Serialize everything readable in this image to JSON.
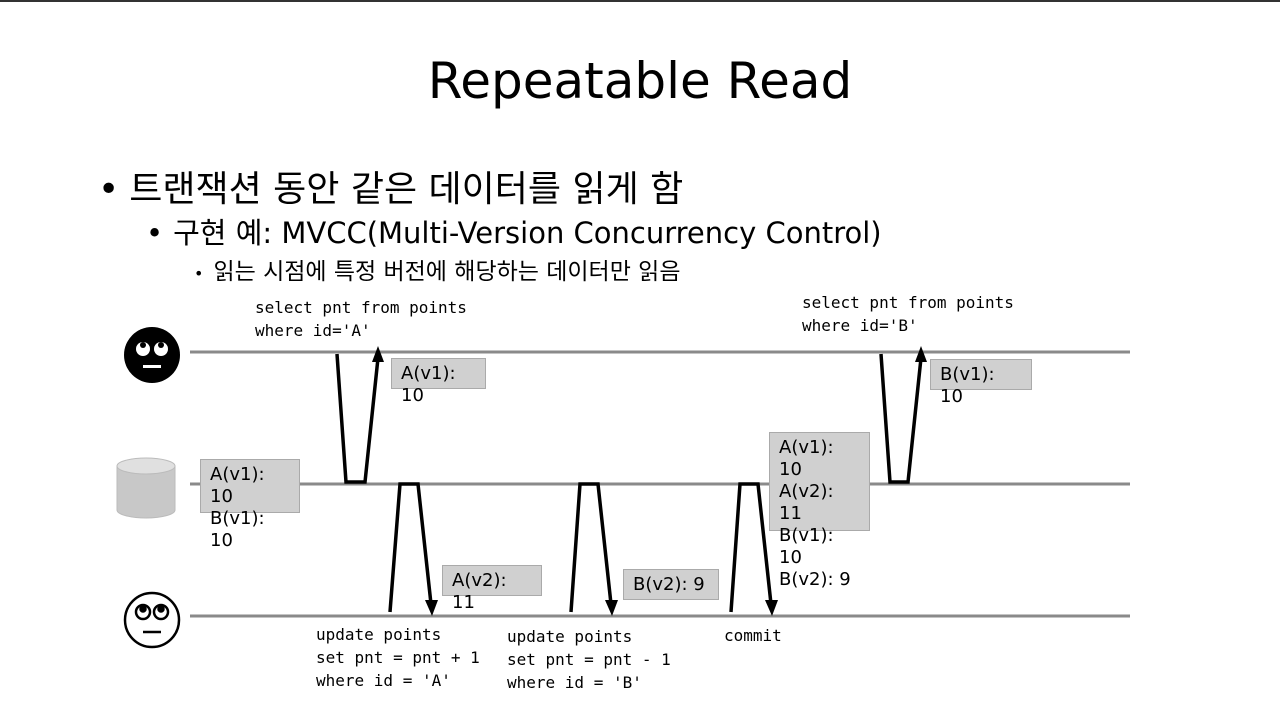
{
  "title": "Repeatable Read",
  "bullets": {
    "l1": "트랜잭션 동안 같은 데이터를 읽게 함",
    "l2": "구현 예: MVCC(Multi-Version Concurrency Control)",
    "l3": "읽는 시점에 특정 버전에 해당하는 데이터만 읽음"
  },
  "diagram": {
    "select_a": [
      "select pnt from points",
      "where id='A'"
    ],
    "select_b": [
      "select pnt from points",
      "where id='B'"
    ],
    "update_a": [
      "update points",
      "set pnt = pnt + 1",
      "where id = 'A'"
    ],
    "update_b": [
      "update points",
      "set pnt = pnt - 1",
      "where id = 'B'"
    ],
    "commit": "commit",
    "read_a": "A(v1): 10",
    "read_b": "B(v1): 10",
    "db_initial": [
      "A(v1): 10",
      "B(v1): 10"
    ],
    "write_a": "A(v2): 11",
    "write_b": "B(v2): 9",
    "db_final": [
      "A(v1): 10",
      "A(v2): 11",
      "B(v1): 10",
      "B(v2): 9"
    ]
  }
}
